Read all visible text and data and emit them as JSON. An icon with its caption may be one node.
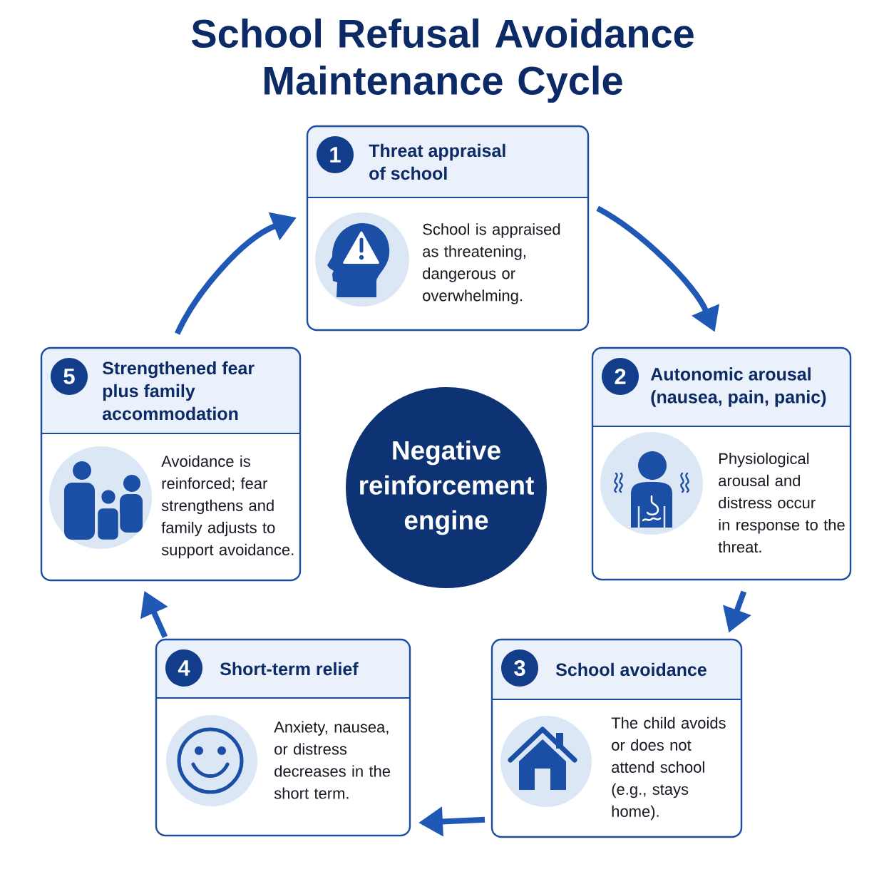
{
  "diagram": {
    "title": "School Refusal Avoidance Maintenance Cycle",
    "nodes": [
      {
        "text": [
          "Threat appraisal of school",
          "School is appraised as threatening, dangerous or overwhelming."
        ]
      },
      {
        "text": [
          "1"
        ],
        "in": 0
      },
      {
        "text": [
          "Autonomic arousal (nausea, pain, panic)",
          "Physiological arousal and distress occur in response to the threat."
        ]
      },
      {
        "text": [
          "2"
        ],
        "in": 2
      },
      {
        "text": [
          "School avoidance",
          "The child avoids or does not attend school (e.g., stays home)."
        ]
      },
      {
        "text": [
          "3"
        ],
        "in": 4
      },
      {
        "text": [
          "Short-term relief",
          "Anxiety, nausea, or distress decreases in the short term."
        ]
      },
      {
        "text": [
          "4"
        ],
        "in": 6
      },
      {
        "text": [
          "Strengthened fear plus family accommodation",
          "Avoidance is reinforced; fear strengthens and family adjusts to support avoidance."
        ]
      },
      {
        "text": [
          "5"
        ],
        "in": 8
      },
      {
        "text": [
          "Negative reinforcement engine"
        ]
      }
    ],
    "edges": [
      {
        "from": 0,
        "to": 2,
        "arrow": "to"
      },
      {
        "from": 2,
        "to": 4,
        "arrow": "to"
      },
      {
        "from": 4,
        "to": 6,
        "arrow": "to"
      },
      {
        "from": 6,
        "to": 8,
        "arrow": "to"
      },
      {
        "from": 8,
        "to": 0,
        "arrow": "to"
      }
    ]
  }
}
